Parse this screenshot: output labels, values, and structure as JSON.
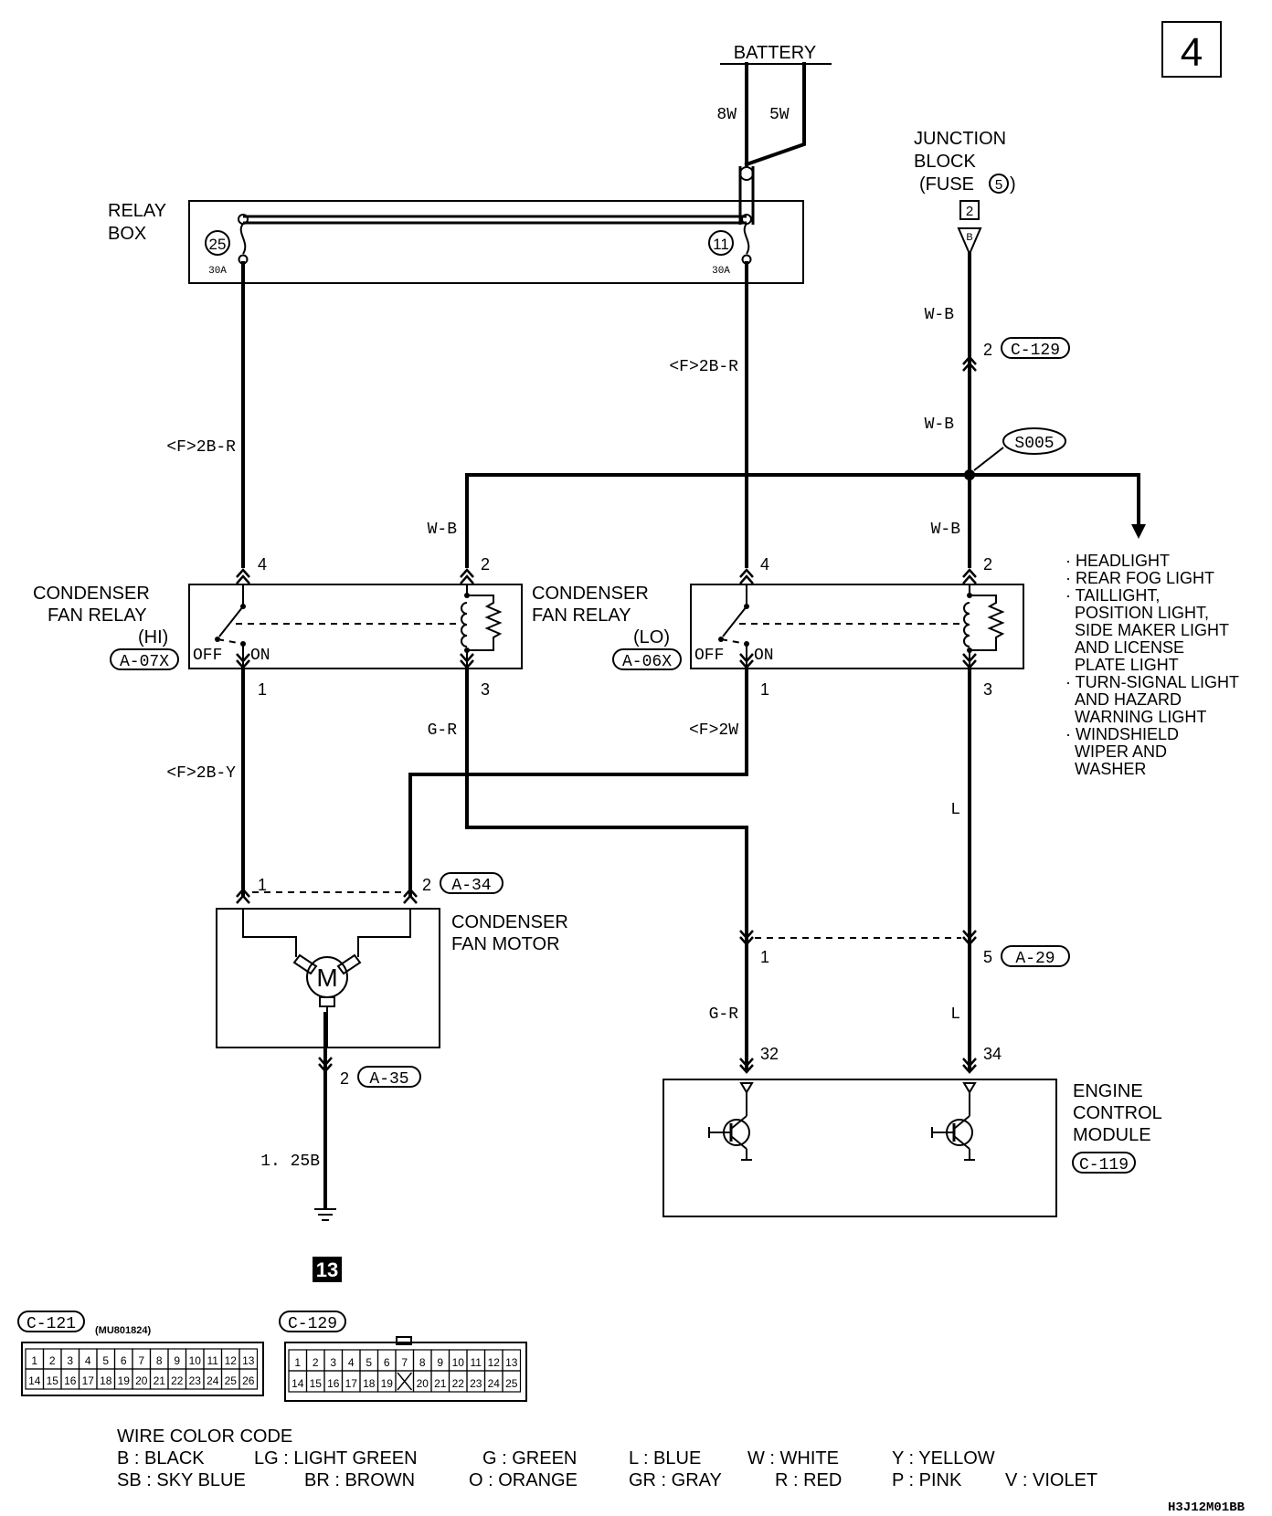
{
  "page_number": "4",
  "battery": {
    "label": "BATTERY",
    "wire_left": "8W",
    "wire_right": "5W"
  },
  "relay_box": {
    "label_line1": "RELAY",
    "label_line2": "BOX",
    "fuse_left": {
      "number": "25",
      "rating": "30A"
    },
    "fuse_right": {
      "number": "11",
      "rating": "30A"
    }
  },
  "junction_block": {
    "line1": "JUNCTION",
    "line2": "BLOCK",
    "line3": "(FUSE",
    "fuse_number": "5",
    "line3_end": ")",
    "terminal": "2",
    "terminal_letter": "B"
  },
  "wires": {
    "wb_1": "W-B",
    "wb_2": "W-B",
    "wb_3": "W-B",
    "wb_4": "W-B",
    "f2br_left": "<F>2B-R",
    "f2br_right": "<F>2B-R",
    "f2by": "<F>2B-Y",
    "f2w": "<F>2W",
    "gr_1": "G-R",
    "gr_2": "G-R",
    "l_1": "L",
    "l_2": "L",
    "ground_wire": "1. 25B"
  },
  "connectors": {
    "c129": "C-129",
    "c129_pin": "2",
    "s005": "S005",
    "a34": "A-34",
    "a34_pin1": "1",
    "a34_pin2": "2",
    "a35": "A-35",
    "a35_pin": "2",
    "a29": "A-29",
    "a29_pin1": "1",
    "a29_pin5": "5",
    "c119": "C-119",
    "ecm_pin32": "32",
    "ecm_pin34": "34"
  },
  "relay_hi": {
    "line1": "CONDENSER",
    "line2": "FAN RELAY",
    "line3": "(HI)",
    "connector": "A-07X",
    "pin_top_left": "4",
    "pin_top_right": "2",
    "pin_bottom_left": "1",
    "pin_bottom_right": "3",
    "off": "OFF",
    "on": "ON"
  },
  "relay_lo": {
    "line1": "CONDENSER",
    "line2": "FAN RELAY",
    "line3": "(LO)",
    "connector": "A-06X",
    "pin_top_left": "4",
    "pin_top_right": "2",
    "pin_bottom_left": "1",
    "pin_bottom_right": "3",
    "off": "OFF",
    "on": "ON"
  },
  "fan_motor": {
    "line1": "CONDENSER",
    "line2": "FAN MOTOR",
    "symbol": "M"
  },
  "ecm": {
    "line1": "ENGINE",
    "line2": "CONTROL",
    "line3": "MODULE"
  },
  "ground_number": "13",
  "load_list": [
    "· HEADLIGHT",
    "· REAR FOG LIGHT",
    "· TAILLIGHT,",
    "POSITION LIGHT,",
    "SIDE MAKER LIGHT",
    "AND LICENSE",
    "PLATE LIGHT",
    "· TURN-SIGNAL LIGHT",
    "AND HAZARD",
    "WARNING LIGHT",
    "· WINDSHIELD",
    "WIPER AND",
    "WASHER"
  ],
  "connector_views": {
    "c121_label": "C-121",
    "c121_part": "(MU801824)",
    "c121_row1": [
      "1",
      "2",
      "3",
      "4",
      "5",
      "6",
      "7",
      "8",
      "9",
      "10",
      "11",
      "12",
      "13"
    ],
    "c121_row2": [
      "14",
      "15",
      "16",
      "17",
      "18",
      "19",
      "20",
      "21",
      "22",
      "23",
      "24",
      "25",
      "26"
    ],
    "c129_label": "C-129",
    "c129_row1": [
      "1",
      "2",
      "3",
      "4",
      "5",
      "6",
      "7",
      "8",
      "9",
      "10",
      "11",
      "12",
      "13"
    ],
    "c129_row2": [
      "14",
      "15",
      "16",
      "17",
      "18",
      "19",
      "",
      "20",
      "21",
      "22",
      "23",
      "24",
      "25"
    ]
  },
  "color_code": {
    "title": "WIRE COLOR CODE",
    "row1": [
      "B : BLACK",
      "LG : LIGHT GREEN",
      "G : GREEN",
      "L : BLUE",
      "W : WHITE",
      "Y : YELLOW"
    ],
    "row2": [
      "SB : SKY BLUE",
      "BR : BROWN",
      "O : ORANGE",
      "GR : GRAY",
      "R : RED",
      "P : PINK",
      "V : VIOLET"
    ]
  },
  "diagram_code": "H3J12M01BB"
}
